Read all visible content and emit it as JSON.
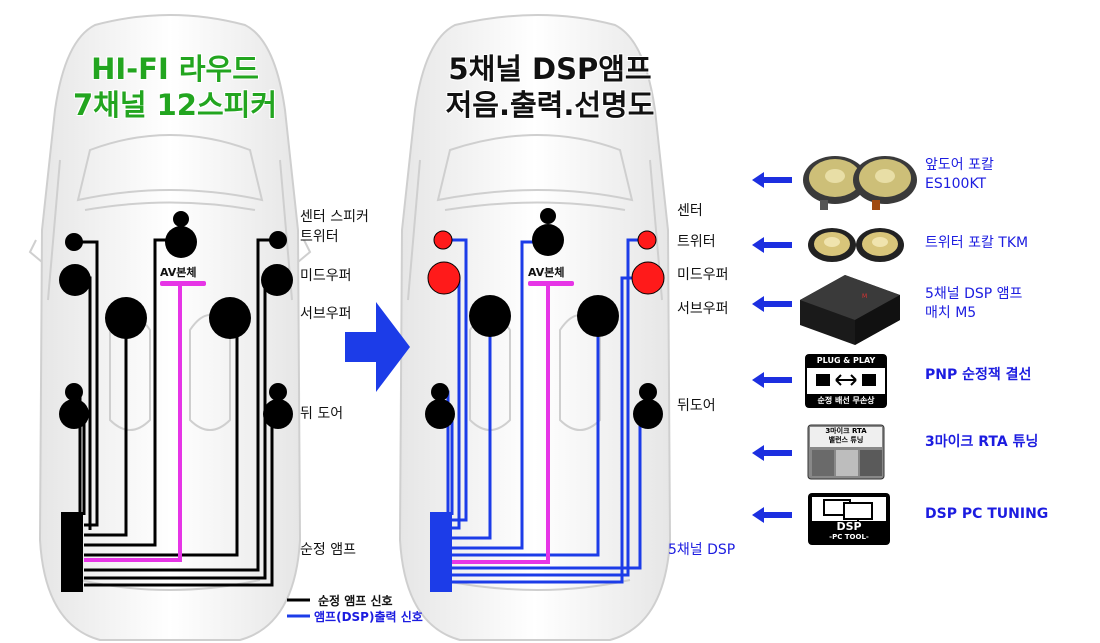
{
  "left_diagram": {
    "title_line1": "HI-FI 라우드",
    "title_line2": "7채널 12스피커",
    "av_label": "AV본체",
    "labels": {
      "center_speaker": "센터 스피커",
      "tweeter": "트위터",
      "midwoofer": "미드우퍼",
      "subwoofer": "서브우퍼",
      "rear_door": "뒤 도어",
      "oem_amp": "순정 앰프"
    }
  },
  "right_diagram": {
    "title_line1": "5채널 DSP앰프",
    "title_line2": "저음.출력.선명도",
    "av_label": "AV본체",
    "labels": {
      "center": "센터",
      "tweeter": "트위터",
      "midwoofer": "미드우퍼",
      "subwoofer": "서브우퍼",
      "rear_door": "뒤도어",
      "dsp": "5채널 DSP"
    }
  },
  "products": [
    {
      "name": "앞도어 포칼",
      "sub": "ES100KT",
      "icon": "front-door-speaker-icon"
    },
    {
      "name": "트위터 포칼 TKM",
      "sub": "",
      "icon": "tweeter-icon"
    },
    {
      "name": "5채널 DSP 앰프",
      "sub": "매치 M5",
      "icon": "dsp-amp-icon"
    },
    {
      "name": "PNP 순정잭 결선",
      "sub": "",
      "icon": "plug-play-icon"
    },
    {
      "name": "3마이크 RTA 튜닝",
      "sub": "",
      "icon": "rta-tuning-icon"
    },
    {
      "name": "DSP PC TUNING",
      "sub": "",
      "icon": "dsp-pc-tool-icon"
    }
  ],
  "product_badges": {
    "plug_top": "PLUG & PLAY",
    "plug_bottom": "순정 배선 무손상",
    "rta_line1": "3마이크 RTA",
    "rta_line2": "밸런스 튜닝",
    "dsp_top": "DSP",
    "dsp_bottom": "-PC TOOL-"
  },
  "legend": {
    "oem_signal": "순정 앰프 신호",
    "dsp_signal": "앰프(DSP)출력 신호"
  },
  "colors": {
    "green_title": "#22a51f",
    "blue_wire": "#1c3ce8",
    "pink_wire": "#e635e6",
    "red_speaker": "#ff1a1a",
    "blue_arrow": "#1c2fe0",
    "label_blue": "#1c1ce0"
  }
}
